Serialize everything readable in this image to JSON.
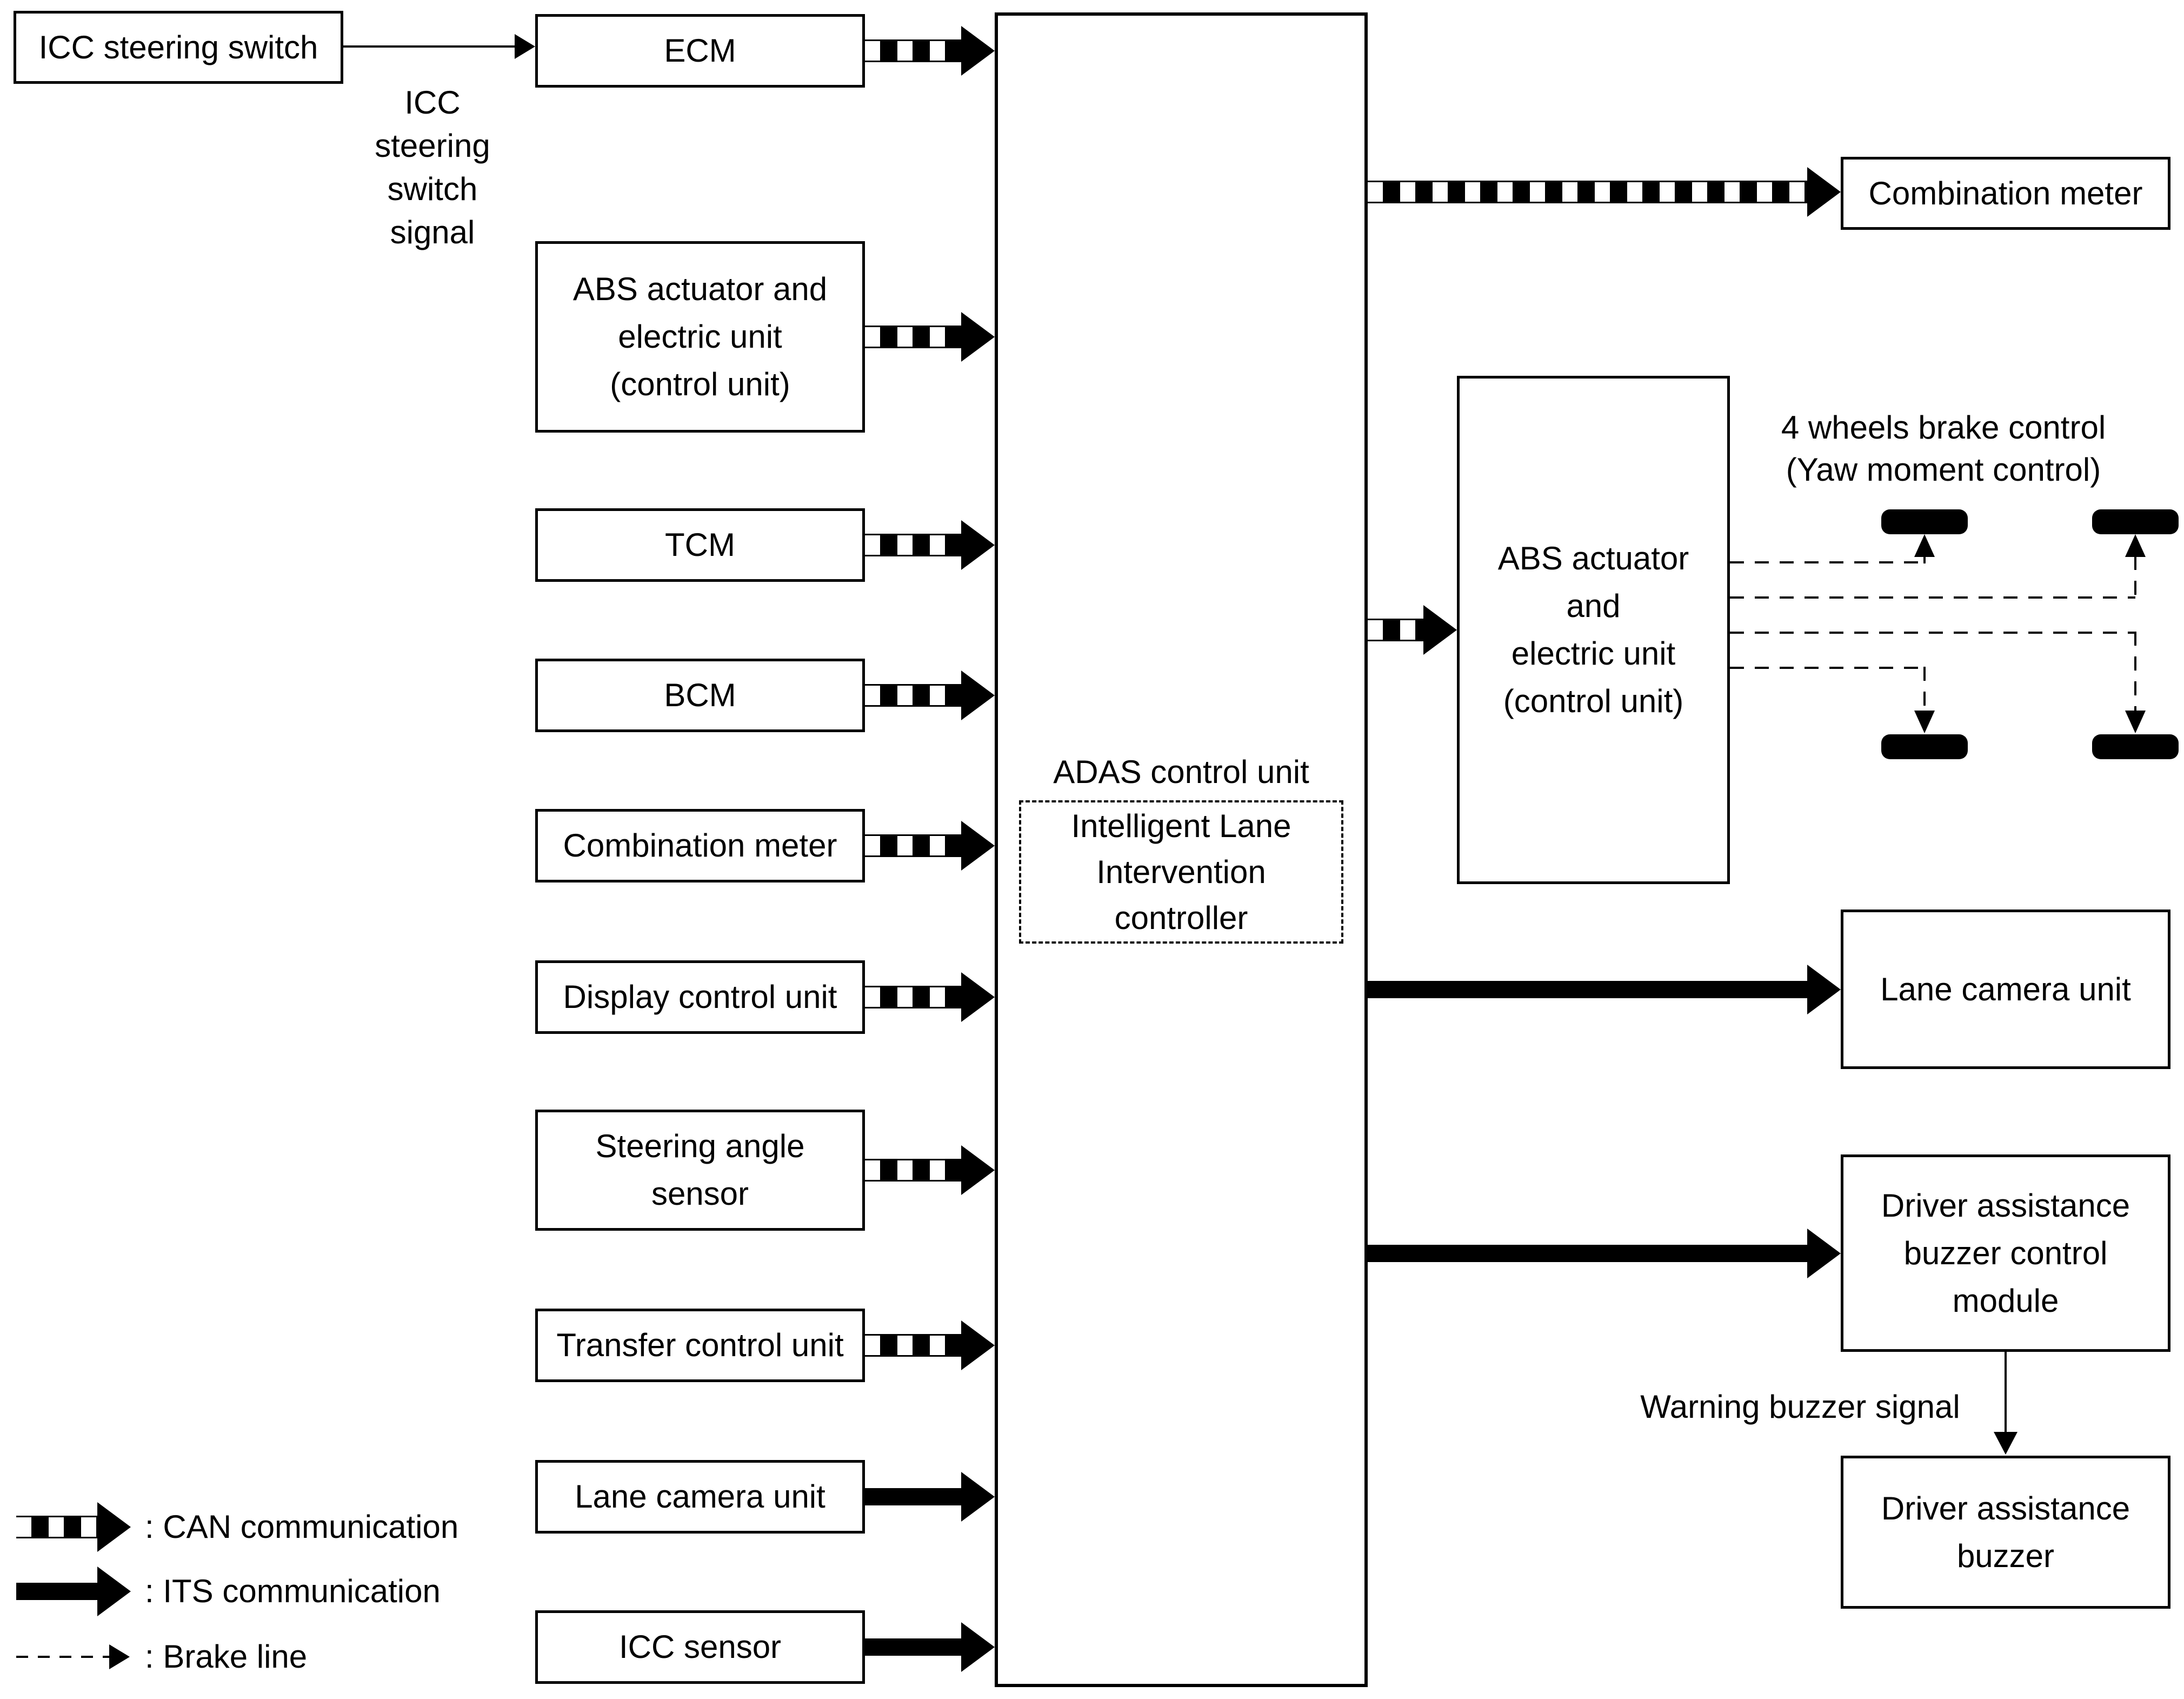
{
  "colors": {
    "ink": "#000000",
    "paper": "#ffffff"
  },
  "nodes": {
    "icc_steering_switch": "ICC steering switch",
    "ecm": "ECM",
    "abs_left": "ABS actuator and\nelectric unit\n(control unit)",
    "tcm": "TCM",
    "bcm": "BCM",
    "combination_meter_left": "Combination meter",
    "display_control_unit": "Display control unit",
    "steering_angle_sensor": "Steering angle\nsensor",
    "transfer_control_unit": "Transfer control unit",
    "lane_camera_left": "Lane camera unit",
    "icc_sensor": "ICC sensor",
    "adas": "ADAS control unit",
    "intelligent_lane": "Intelligent Lane\nIntervention\ncontroller",
    "combination_meter_right": "Combination meter",
    "abs_right": "ABS actuator\nand\nelectric unit\n(control unit)",
    "lane_camera_right": "Lane camera unit",
    "buzzer_module": "Driver assistance\nbuzzer control\nmodule",
    "buzzer": "Driver assistance\nbuzzer"
  },
  "labels": {
    "icc_signal": "ICC\nsteering\nswitch\nsignal",
    "four_wheels": "4 wheels brake control\n(Yaw moment control)",
    "warning": "Warning buzzer signal"
  },
  "legend": {
    "can": ": CAN communication",
    "its": ": ITS communication",
    "brake": ": Brake line"
  }
}
